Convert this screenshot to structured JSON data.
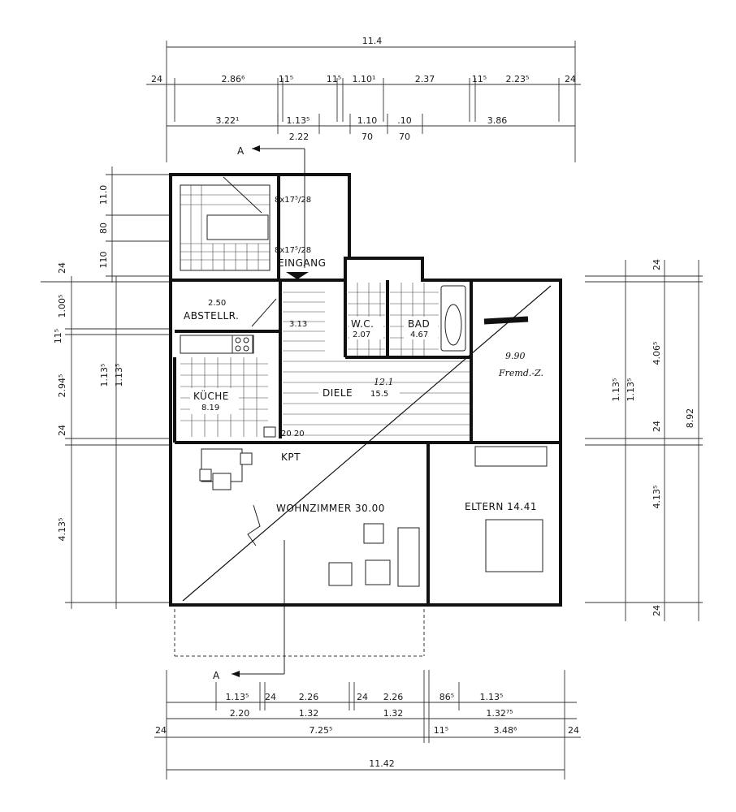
{
  "drawing": {
    "section_marker": "A",
    "colors": {
      "ink": "#111111",
      "paper": "#ffffff"
    }
  },
  "dimensions": {
    "top_overall": "11.4",
    "top_row1": [
      "24",
      "2.86⁶",
      "11⁵",
      "11⁵",
      "1.10¹",
      "2.37",
      "11⁵",
      "2.23⁵",
      "24"
    ],
    "top_row2": [
      "3.22¹",
      "1.13⁵",
      "1.10",
      ".10",
      "3.86"
    ],
    "top_row3": [
      "2.22",
      "70",
      "70"
    ],
    "left_upper": [
      "11.0",
      "80",
      "110",
      "24"
    ],
    "left_mid": [
      "1.00⁵",
      "11⁵",
      "2.94⁵",
      "1.13⁵",
      "1.13⁵",
      "24"
    ],
    "left_lower": [
      "4.13⁵"
    ],
    "right_col": [
      "24",
      "4.06⁵",
      "1.13⁵",
      "1.13⁵",
      "24",
      "4.13⁵",
      "24"
    ],
    "right_overall": "8.92",
    "bottom_row1": [
      "1.13⁵",
      "24",
      "2.26",
      "24",
      "2.26",
      "86⁵",
      "1.13⁵"
    ],
    "bottom_row2": [
      "2.20",
      "1.32",
      "1.32",
      "1.32⁷⁵"
    ],
    "bottom_row3": [
      "24",
      "7.25⁵",
      "11⁵",
      "3.48⁶",
      "24"
    ],
    "bottom_overall": "11.42"
  },
  "rooms": {
    "eingang": {
      "name": "EINGANG"
    },
    "stair_upper": {
      "label": "8x17⁵/28"
    },
    "stair_lower": {
      "label": "8x17⁵/28"
    },
    "abstellr": {
      "name": "ABSTELLR.",
      "area": "2.50"
    },
    "wc": {
      "name": "W.C.",
      "area": "2.07"
    },
    "bad": {
      "name": "BAD",
      "area": "4.67"
    },
    "fremd": {
      "name": "Fremd.-Z.",
      "area": "9.90"
    },
    "kueche": {
      "name": "KÜCHE",
      "area": "8.19"
    },
    "diele": {
      "name": "DIELE",
      "area": "15.5",
      "hand": "12.1"
    },
    "wohn": {
      "name": "WOHNZIMMER 30.00"
    },
    "eltern": {
      "name": "ELTERN 14.41"
    },
    "kpt": {
      "name": "KPT"
    },
    "chimney": {
      "label": "20 20"
    },
    "stair_mid": {
      "label": "3.13"
    }
  }
}
